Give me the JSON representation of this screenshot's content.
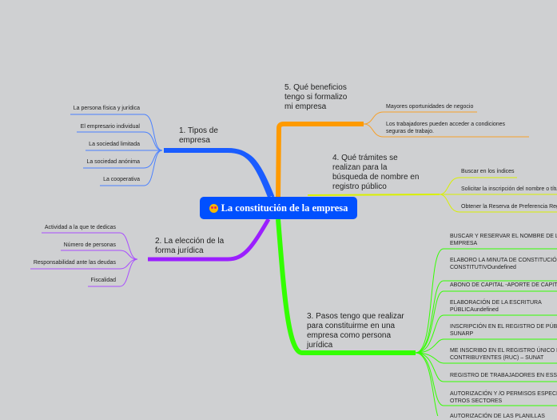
{
  "central_topic": {
    "title": "La constitución de la empresa",
    "icon": "star-struck-emoji-icon"
  },
  "branches": {
    "b1": {
      "label": "1. Tipos de empresa",
      "color": "#1a5cff",
      "children": [
        "La persona física y jurídica",
        "El empresario individual",
        "La sociedad limitada",
        "La sociedad anónima",
        "La cooperativa"
      ]
    },
    "b2": {
      "label": "2. La elección de la forma jurídica",
      "color": "#9b1fff",
      "children": [
        "Actividad a la que te dedicas",
        "Número de personas",
        "Responsabilidad ante las deudas",
        "Fiscalidad"
      ]
    },
    "b3": {
      "label": "3. Pasos tengo que realizar para constituirme en una empresa como persona jurídica",
      "color": "#33ff00",
      "children": [
        "BUSCAR Y RESERVAR EL NOMBRE DE LA EMPRESA",
        "ELABORO LA MINUTA DE CONSTITUCIÓN O ACTO CONSTITUTIVOundefined",
        "ABONO DE CAPITAL -APORTE DE CAPITAL",
        "ELABORACIÓN DE LA ESCRITURA PÚBLICAundefined",
        "INSCRIPCIÓN EN EL REGISTRO DE PÚBLICOS SUNARP",
        "ME INSCRIBO EN EL REGISTRO ÚNICO DE CONTRIBUYENTES (RUC) – SUNAT",
        "REGISTRO DE TRABAJADORES EN ESSALUD",
        "AUTORIZACIÓN Y /O PERMISOS ESPECIALES DE OTROS SECTORES",
        "AUTORIZACIÓN DE LAS PLANILLAS"
      ]
    },
    "b4": {
      "label": "4. Qué trámites se realizan para la búsqueda de nombre en registro público",
      "color": "#d9f000",
      "children": [
        "Buscar en los índices",
        "Solicitar la inscripción del nombre o título",
        "Obtener la Reserva de Preferencia Registral"
      ]
    },
    "b5": {
      "label": "5. Qué beneficios tengo si formalizo mi empresa",
      "color": "#ff9a00",
      "children": [
        "Mayores oportunidades de negocio",
        "Los trabajadores pueden acceder a condiciones seguras de trabajo."
      ]
    }
  }
}
